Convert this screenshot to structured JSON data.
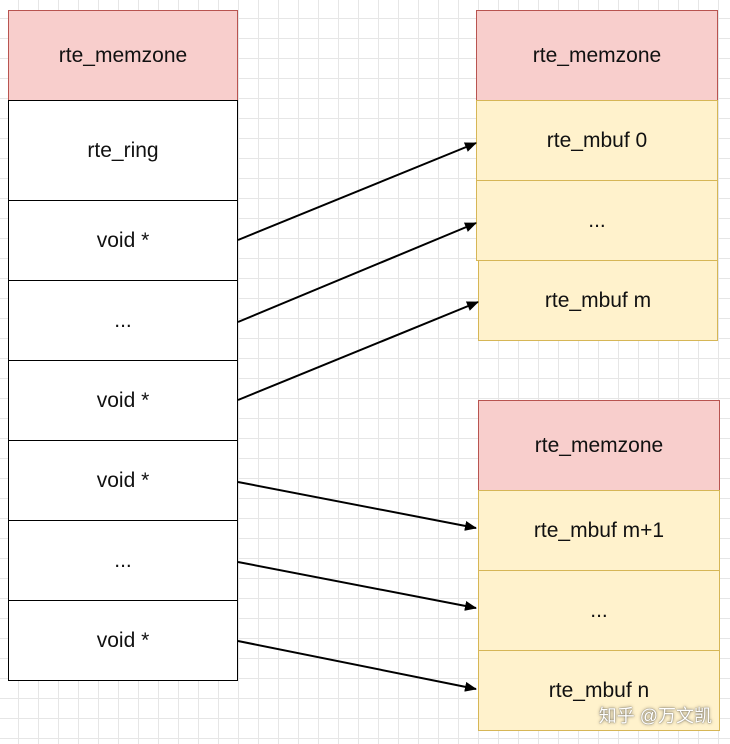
{
  "ring_column": {
    "header": "rte_memzone",
    "ring_label": "rte_ring",
    "slots": [
      "void *",
      "...",
      "void *",
      "void *",
      "...",
      "void *"
    ]
  },
  "mempool_a": {
    "header": "rte_memzone",
    "items": [
      "rte_mbuf 0",
      "...",
      "rte_mbuf m"
    ]
  },
  "mempool_b": {
    "header": "rte_memzone",
    "items": [
      "rte_mbuf m+1",
      "...",
      "rte_mbuf n"
    ]
  },
  "watermark": "知乎 @万文凯",
  "colors": {
    "header_fill": "#f8cecc",
    "header_stroke": "#b85450",
    "mbuf_fill": "#fff2cc",
    "mbuf_stroke": "#d6b656",
    "ring_fill": "#ffffff",
    "arrow": "#000000"
  }
}
